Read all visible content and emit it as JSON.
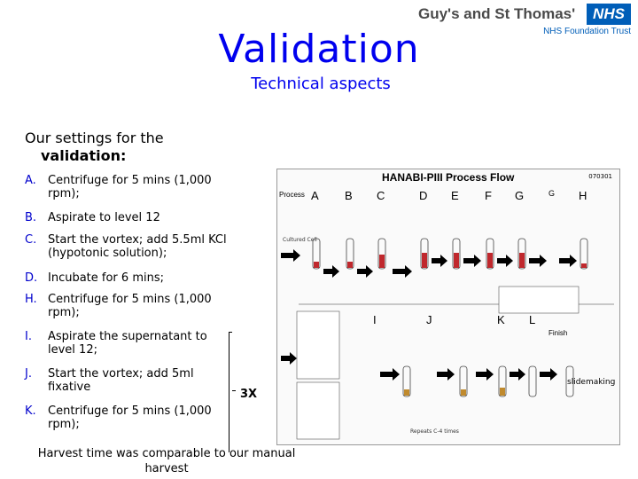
{
  "header": {
    "title": "Validation",
    "subtitle": "Technical aspects"
  },
  "logo": {
    "name": "Guy's and St Thomas'",
    "badge": "NHS",
    "sub": "NHS Foundation Trust"
  },
  "intro": {
    "line1": "Our settings for the",
    "line2": "validation:"
  },
  "steps": [
    {
      "letter": "A.",
      "text": "Centrifuge for 5 mins (1,000 rpm);"
    },
    {
      "letter": "B.",
      "text": "Aspirate to level 12"
    },
    {
      "letter": "C.",
      "text": "Start the vortex; add 5.5ml KCl (hypotonic solution);"
    },
    {
      "letter": "D.",
      "text": "Incubate for 6 mins;"
    },
    {
      "letter": "H.",
      "text": "Centrifuge for 5 mins (1,000 rpm);"
    },
    {
      "letter": "I.",
      "text": "Aspirate the supernatant to level 12;"
    },
    {
      "letter": "J.",
      "text": "Start the vortex; add 5ml fixative"
    },
    {
      "letter": "K.",
      "text": "Centrifuge for 5 mins (1,000 rpm);"
    }
  ],
  "repeat_label": "3X",
  "conclusion": "Harvest time was comparable to our manual harvest",
  "diagram": {
    "title": "HANABI-PIII Process Flow",
    "code": "070301",
    "process_label": "Process",
    "stage_letters_top": [
      "A",
      "B",
      "C",
      "D",
      "E",
      "F",
      "G",
      "G",
      "H"
    ],
    "stage_letters_bottom": [
      "I",
      "J",
      "K",
      "L"
    ],
    "cultured_cell": "Cultured Cell",
    "finish": "Finish",
    "repeat_bottom": "Repeats C-4 times"
  },
  "outer_caption": "slidemaking"
}
